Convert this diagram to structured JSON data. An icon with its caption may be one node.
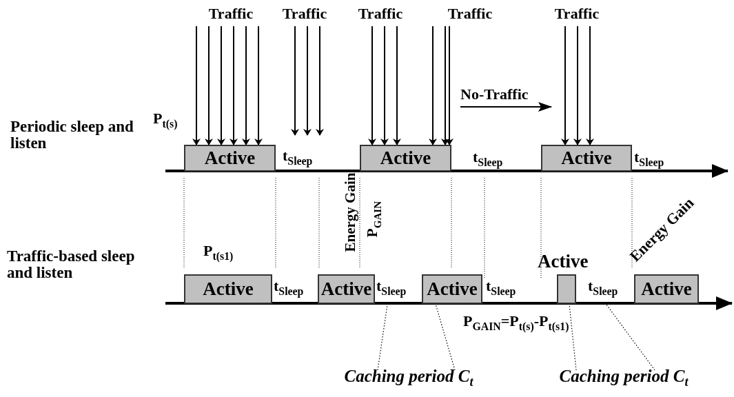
{
  "diagram": {
    "nodes": [
      {
        "text": [
          "Traffic"
        ]
      },
      {
        "text": [
          "Traffic"
        ]
      },
      {
        "text": [
          "Traffic"
        ]
      },
      {
        "text": [
          "Traffic"
        ]
      },
      {
        "text": [
          "Traffic"
        ]
      },
      {
        "text": [
          "Active"
        ]
      },
      {
        "text": [
          "Active"
        ]
      },
      {
        "text": [
          "Active"
        ]
      },
      {
        "text": [
          "Active"
        ]
      },
      {
        "text": [
          "Active"
        ]
      },
      {
        "text": [
          "Active"
        ]
      },
      {
        "text": [
          "Active"
        ]
      },
      {
        "text": [
          "Active"
        ]
      },
      {
        "text": [
          "Caching period C$_{t}$"
        ]
      },
      {
        "text": [
          "Caching period C$_{t}$"
        ]
      }
    ],
    "edges": [
      {
        "from": 0,
        "to": 5,
        "arrow": "to"
      },
      {
        "from": 0,
        "to": 5,
        "arrow": "to"
      },
      {
        "from": 0,
        "to": 5,
        "arrow": "to"
      },
      {
        "from": 0,
        "to": 5,
        "arrow": "to"
      },
      {
        "from": 0,
        "to": 5,
        "arrow": "to"
      },
      {
        "from": 0,
        "to": 5,
        "arrow": "to"
      },
      {
        "from": 1,
        "to": null,
        "arrow": "to"
      },
      {
        "from": 1,
        "to": null,
        "arrow": "to"
      },
      {
        "from": 1,
        "to": null,
        "arrow": "to"
      },
      {
        "from": 2,
        "to": 6,
        "arrow": "to"
      },
      {
        "from": 2,
        "to": 6,
        "arrow": "to"
      },
      {
        "from": 2,
        "to": 6,
        "arrow": "to"
      },
      {
        "from": 3,
        "to": 6,
        "arrow": "to"
      },
      {
        "from": 3,
        "to": 6,
        "arrow": "to"
      },
      {
        "from": 3,
        "to": 6,
        "arrow": "to"
      },
      {
        "from": 4,
        "to": 7,
        "arrow": "to"
      },
      {
        "from": 4,
        "to": 7,
        "arrow": "to"
      },
      {
        "from": 4,
        "to": 7,
        "arrow": "to"
      },
      {
        "from": 13,
        "to": null,
        "arrow": "none",
        "style": "dashed"
      },
      {
        "from": 13,
        "to": 10,
        "arrow": "none",
        "style": "dashed"
      },
      {
        "from": 14,
        "to": 11,
        "arrow": "none",
        "style": "dashed"
      },
      {
        "from": 14,
        "to": null,
        "arrow": "none",
        "style": "dashed"
      }
    ],
    "labels": [
      "Periodic sleep and listen",
      "Traffic-based sleep and listen",
      "P$_{t(s)}$",
      "No-Traffic",
      "t$_{Sleep}$",
      "t$_{Sleep}$",
      "t$_{Sleep}$",
      "P$_{t(s1)}$",
      "Energy Gain",
      "P$_{GAIN}$",
      "t$_{Sleep}$",
      "t$_{Sleep}$",
      "t$_{Sleep}$",
      "t$_{Sleep}$",
      "Energy Gain",
      "P$_{GAIN}$=P$_{t(s)}$-P$_{t(s1)}$"
    ]
  }
}
